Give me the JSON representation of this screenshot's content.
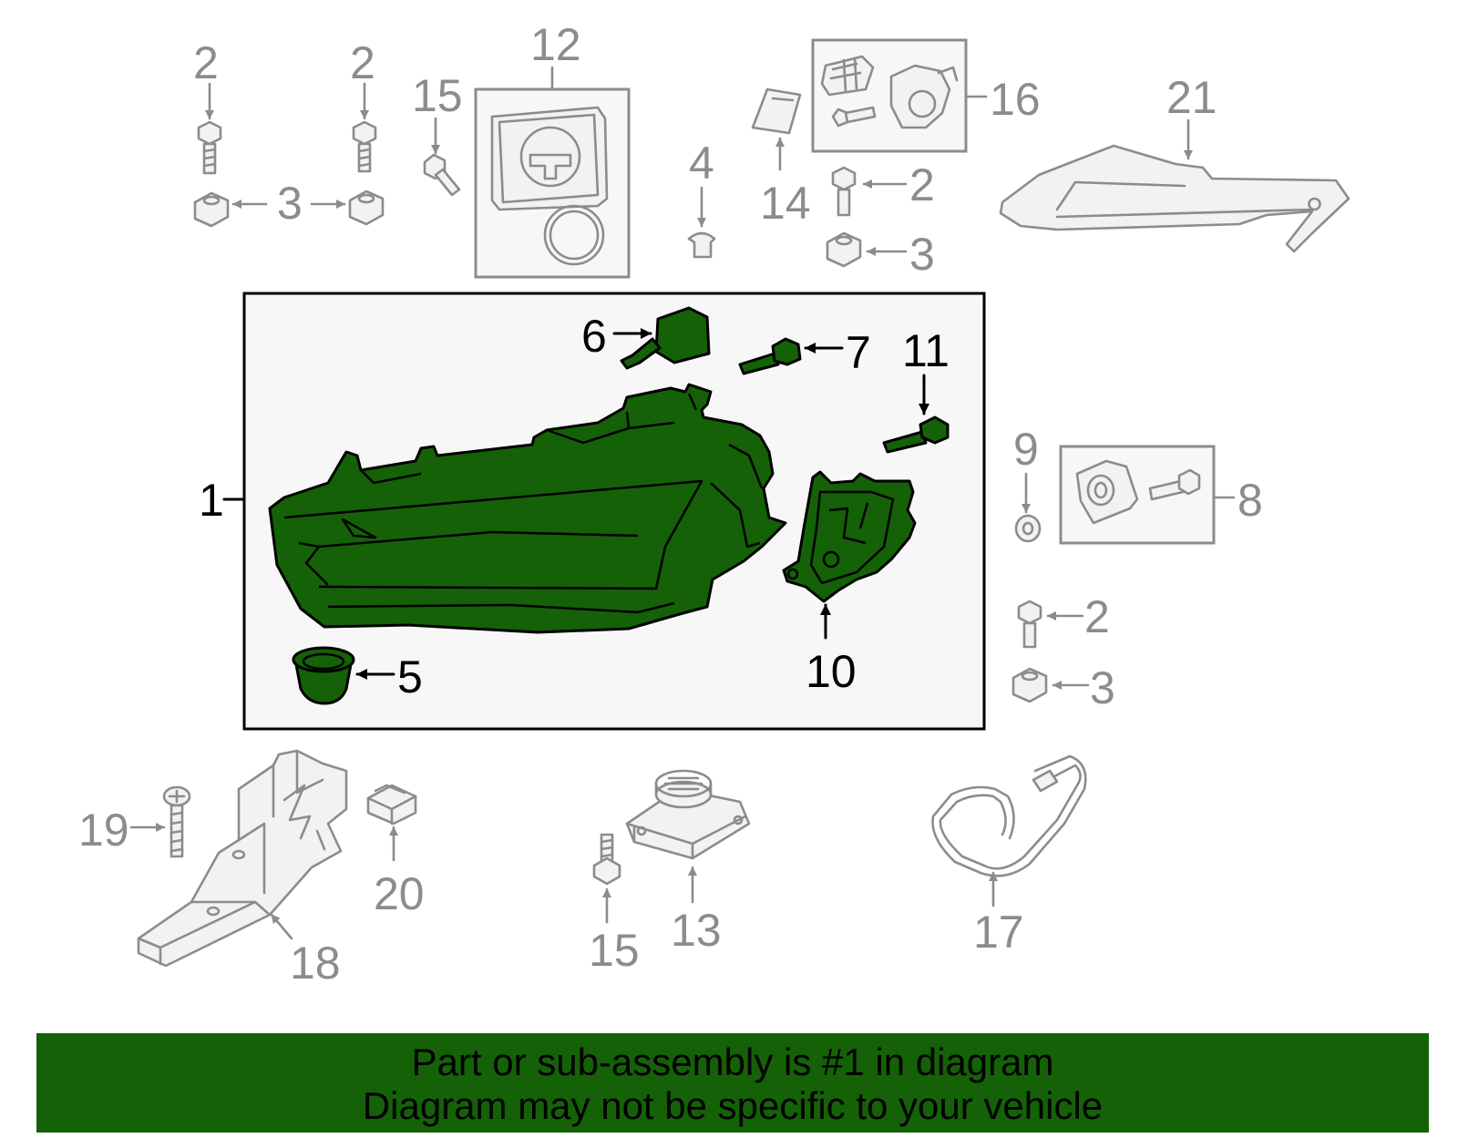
{
  "colors": {
    "highlight": "#156108",
    "outline_grey": "#8c8c8c",
    "banner_background": "#156108"
  },
  "callouts": {
    "c1": "1",
    "c2a": "2",
    "c2b": "2",
    "c2c": "2",
    "c2d": "2",
    "c3a": "3",
    "c3b": "3",
    "c3c": "3",
    "c4": "4",
    "c5": "5",
    "c6": "6",
    "c7": "7",
    "c8": "8",
    "c9": "9",
    "c10": "10",
    "c11": "11",
    "c12": "12",
    "c13": "13",
    "c14": "14",
    "c15a": "15",
    "c15b": "15",
    "c16": "16",
    "c17": "17",
    "c18": "18",
    "c19": "19",
    "c20": "20",
    "c21": "21"
  },
  "banner": {
    "line1": "Part or sub-assembly is #1 in diagram",
    "line2": "Diagram may not be specific to your vehicle"
  }
}
